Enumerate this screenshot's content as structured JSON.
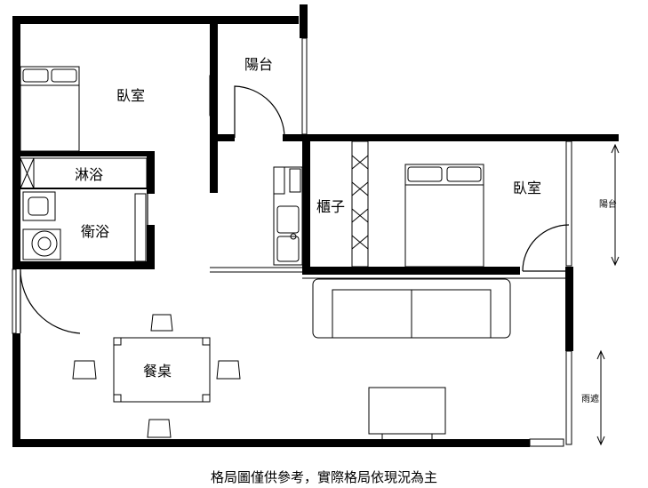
{
  "labels": {
    "bedroom_left": "臥室",
    "balcony_top": "陽台",
    "shower": "淋浴",
    "bathroom": "衛浴",
    "cabinet": "櫃子",
    "bedroom_right": "臥室",
    "balcony_right": "陽台",
    "dining_table": "餐桌",
    "rain_shelter": "雨遮"
  },
  "caption": "格局圖僅供參考，實際格局依現況為主",
  "colors": {
    "wall": "#000000",
    "fixture": "#333333",
    "background": "#ffffff"
  }
}
